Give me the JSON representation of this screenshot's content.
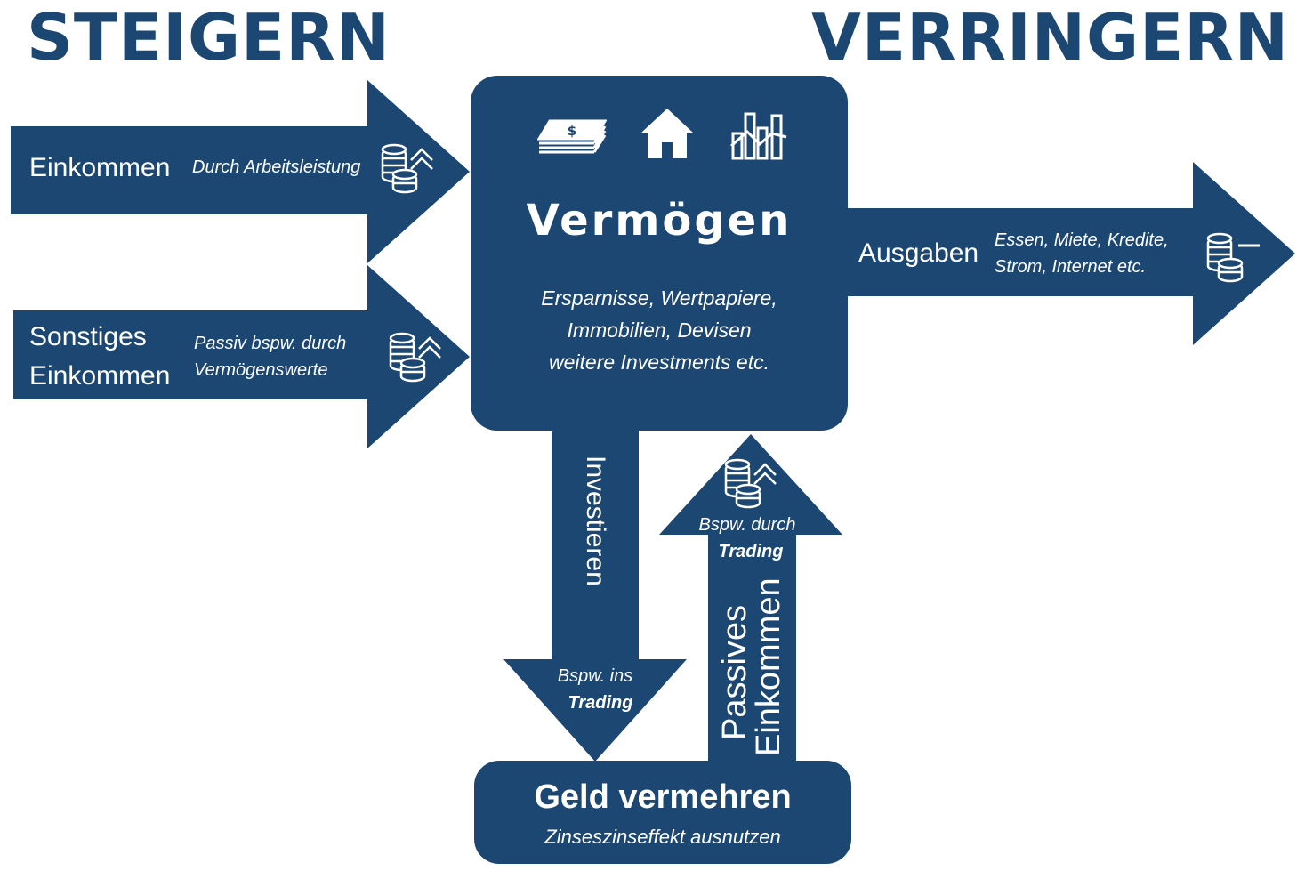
{
  "headings": {
    "increase": "STEIGERN",
    "decrease": "VERRINGERN"
  },
  "center": {
    "title": "Vermögen",
    "lines": [
      "Ersparnisse, Wertpapiere,",
      "Immobilien, Devisen",
      "weitere Investments etc."
    ],
    "icons": [
      "money-stack-icon",
      "house-icon",
      "bar-chart-icon"
    ]
  },
  "arrows": {
    "income": {
      "label": "Einkommen",
      "note": "Durch Arbeitsleistung",
      "icon": "coins-up-icon"
    },
    "other_income": {
      "label_line1": "Sonstiges",
      "label_line2": "Einkommen",
      "note_line1": "Passiv bspw. durch",
      "note_line2": "Vermögenswerte",
      "icon": "coins-up-icon"
    },
    "expenses": {
      "label": "Ausgaben",
      "note_line1": "Essen, Miete, Kredite,",
      "note_line2": "Strom, Internet etc.",
      "icon": "coins-minus-icon"
    },
    "invest": {
      "label": "Investieren",
      "note_line1": "Bspw. ins",
      "note_line2": "Trading"
    },
    "passive": {
      "label_line1": "Passives",
      "label_line2": "Einkommen",
      "note_line1": "Bspw. durch",
      "note_line2": "Trading",
      "icon": "coins-up-icon"
    }
  },
  "bottom": {
    "title": "Geld vermehren",
    "subtitle": "Zinseszinseffekt ausnutzen"
  },
  "colors": {
    "primary": "#1c4773",
    "text_on_primary": "#ffffff",
    "background": "#ffffff"
  }
}
